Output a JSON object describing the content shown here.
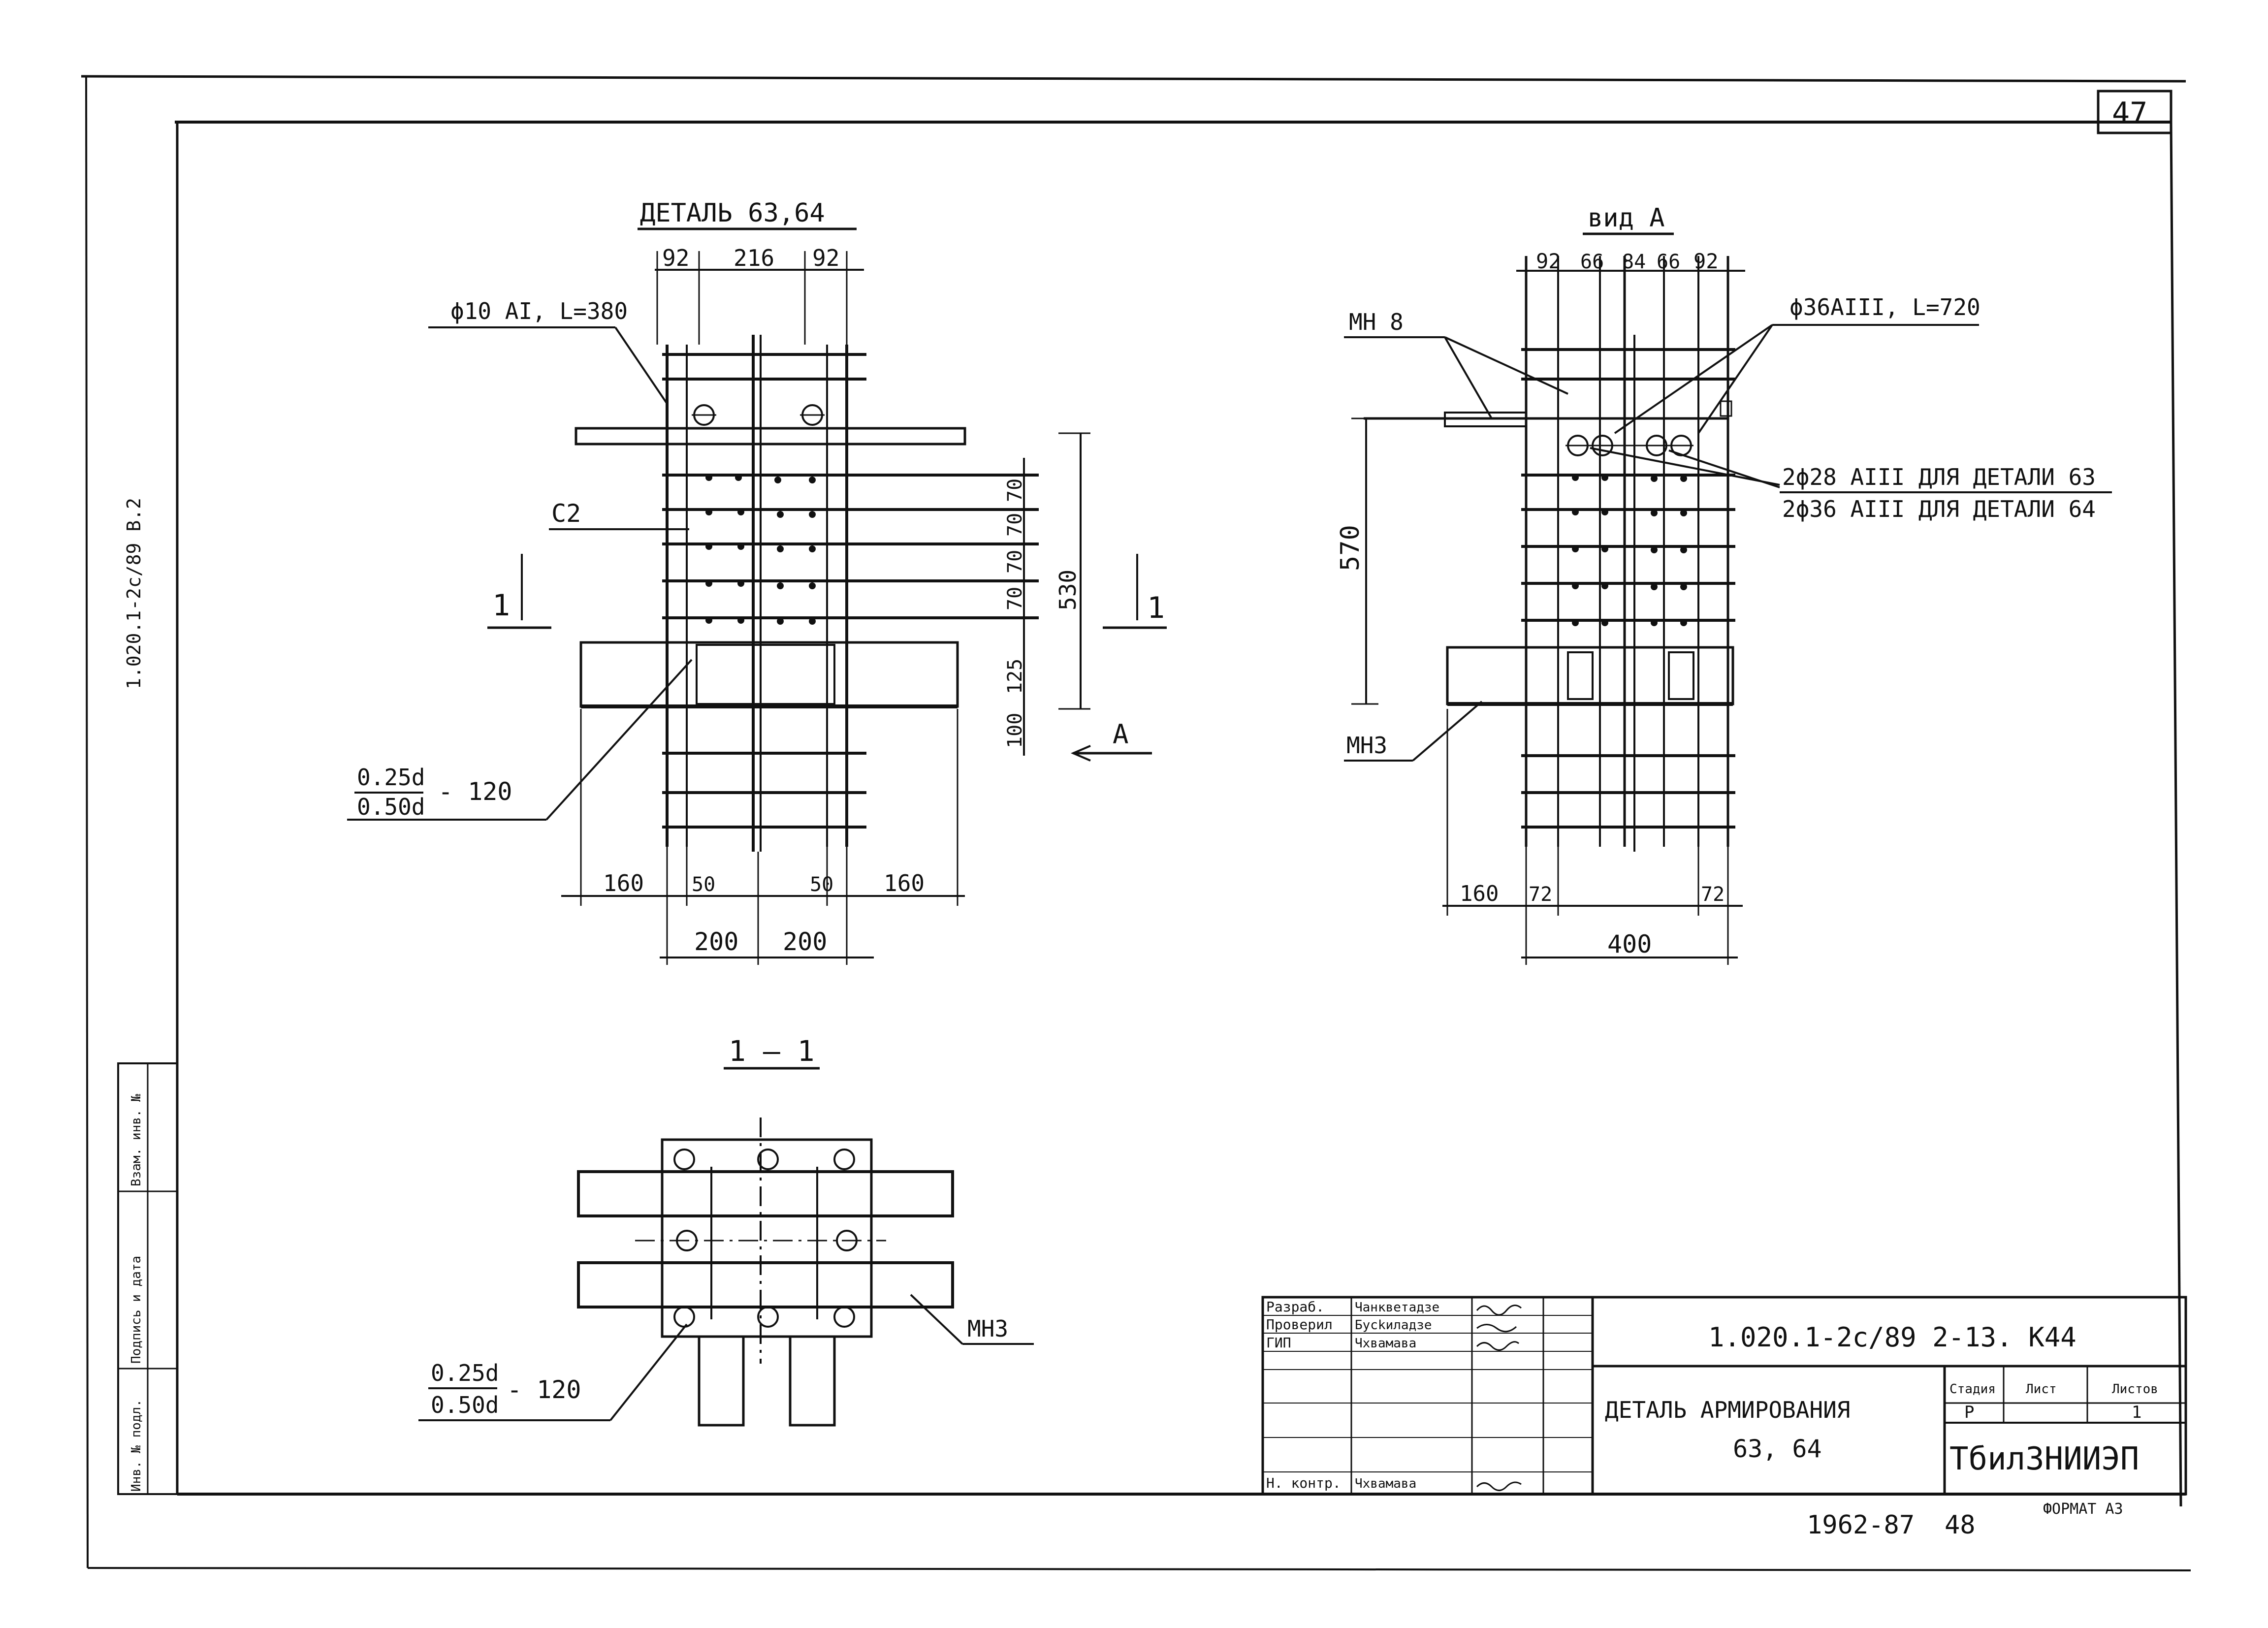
{
  "sheet": {
    "page_number": "47",
    "vertical_note": "1.020.1-2c/89 В.2",
    "stamp_handwritten": "1962-87",
    "sheet_handwritten": "48",
    "format": "ФОРМАТ А3"
  },
  "detail": {
    "title": "ДЕТАЛЬ 63,64",
    "top_dims": [
      "92",
      "216",
      "92"
    ],
    "rebar_label": "ϕ10 АI, L=380",
    "c2": "С2",
    "section_mark": "1",
    "right_dims": [
      "70",
      "70",
      "70",
      "70",
      "125",
      "100"
    ],
    "dim_530": "530",
    "view_arrow": "А",
    "weld_num": "0.25d",
    "weld_den": "0.50d",
    "weld_len": "- 120",
    "bottom_dims": [
      "160",
      "50",
      "50",
      "160"
    ],
    "bottom_dims2": [
      "200",
      "200"
    ]
  },
  "view_a": {
    "title": "вид А",
    "top_dims": [
      "92",
      "66",
      "84",
      "66",
      "92"
    ],
    "mn8": "МН 8",
    "rebar_36": "ϕ36АIII, L=720",
    "rebar_63": "2ϕ28 АIII ДЛЯ ДЕТАЛИ 63",
    "rebar_64": "2ϕ36 АIII ДЛЯ ДЕТАЛИ 64",
    "dim_570": "570",
    "mn3": "МН3",
    "bottom_dims": [
      "160",
      "72",
      "72"
    ],
    "dim_400": "400"
  },
  "section": {
    "title": "1 — 1",
    "mn3": "МН3",
    "weld_num": "0.25d",
    "weld_den": "0.50d",
    "weld_len": "- 120"
  },
  "title_block": {
    "rows": [
      {
        "role": "Разраб.",
        "name": "Чанкветадзе"
      },
      {
        "role": "Проверил",
        "name": "Буckиладзе"
      },
      {
        "role": "ГИП",
        "name": "Чхвамава"
      },
      {
        "role": "Н. контр.",
        "name": "Чхвамава"
      }
    ],
    "code": "1.020.1-2с/89  2-13.  К44",
    "name_line1": "ДЕТАЛЬ АРМИРОВАНИЯ",
    "name_line2": "63, 64",
    "stage_label": "Стадия",
    "sheet_label": "Лист",
    "sheets_label": "Листов",
    "stage": "Р",
    "sheets": "1",
    "org": "ТбилЗНИИЭП"
  },
  "side_stamp": [
    "Инв. № подл.",
    "Подпись и дата",
    "Взам. инв. №"
  ]
}
